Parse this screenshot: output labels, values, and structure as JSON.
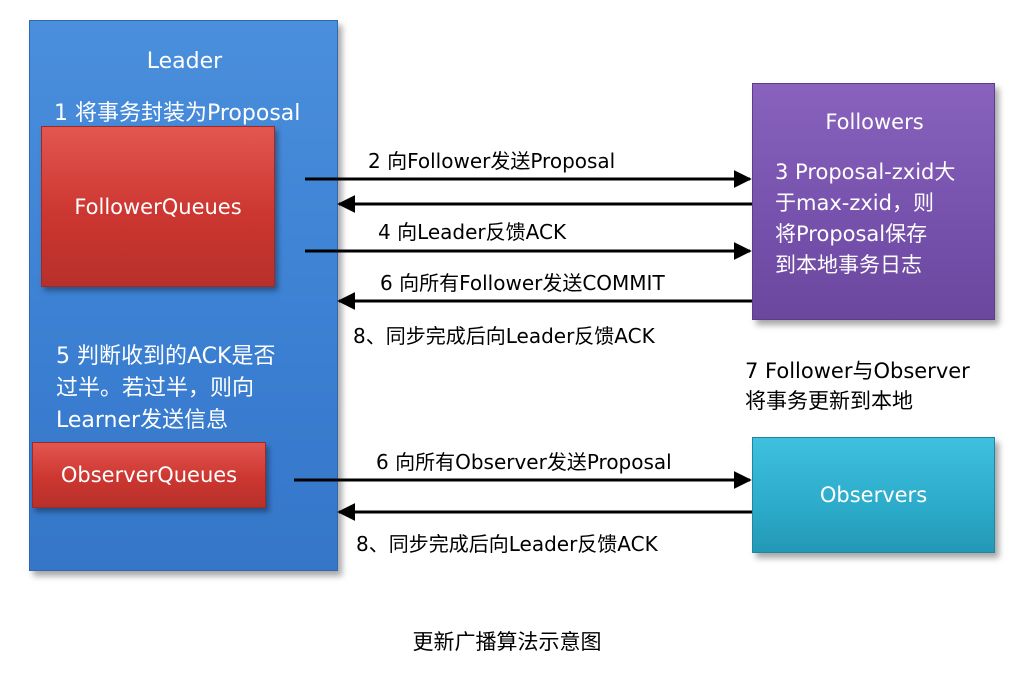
{
  "leader": {
    "title": "Leader",
    "step1": "1 将事务封装为Proposal",
    "follower_queues": "FollowerQueues",
    "step5": "5 判断收到的ACK是否\n过半。若过半，则向\nLearner发送信息",
    "observer_queues": "ObserverQueues"
  },
  "followers": {
    "title": "Followers",
    "step3": "3 Proposal-zxid大\n于max-zxid，则\n将Proposal保存\n到本地事务日志"
  },
  "observers": {
    "title": "Observers"
  },
  "arrows": {
    "a2": "2 向Follower发送Proposal",
    "a4": "4 向Leader反馈ACK",
    "a6_follower": "6 向所有Follower发送COMMIT",
    "a8_follower": "8、同步完成后向Leader反馈ACK",
    "a6_observer": "6 向所有Observer发送Proposal",
    "a8_observer": "8、同步完成后向Leader反馈ACK"
  },
  "step7": "7 Follower与Observer\n将事务更新到本地",
  "caption": "更新广播算法示意图",
  "colors": {
    "leader": "#3b7fd2",
    "queue": "#cc3630",
    "followers": "#7651ac",
    "observers": "#2cabca",
    "arrow": "#000000"
  }
}
